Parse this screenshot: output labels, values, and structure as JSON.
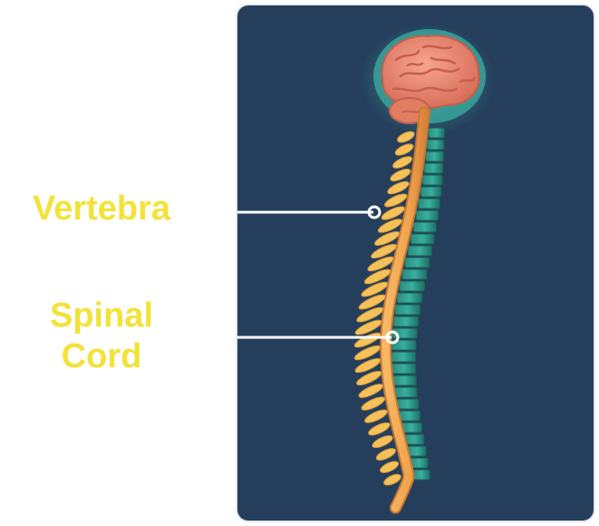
{
  "labels": {
    "vertebra": "Vertebra",
    "spinal_line1": "Spinal",
    "spinal_line2": "Cord"
  },
  "colors": {
    "label_text": "#f2e23a",
    "panel_background": "#253e5c",
    "brain": "#ee8a74",
    "brain_outline": "#d06a56",
    "brain_glow": "#3aa39a",
    "spinal_cord": "#f0a34e",
    "vertebra_body": "#2f9c8c",
    "vertebra_process": "#f5c15a",
    "pointer_line": "#ffffff"
  },
  "icons": {
    "brain": "brain-illustration",
    "spine": "spine-illustration"
  }
}
